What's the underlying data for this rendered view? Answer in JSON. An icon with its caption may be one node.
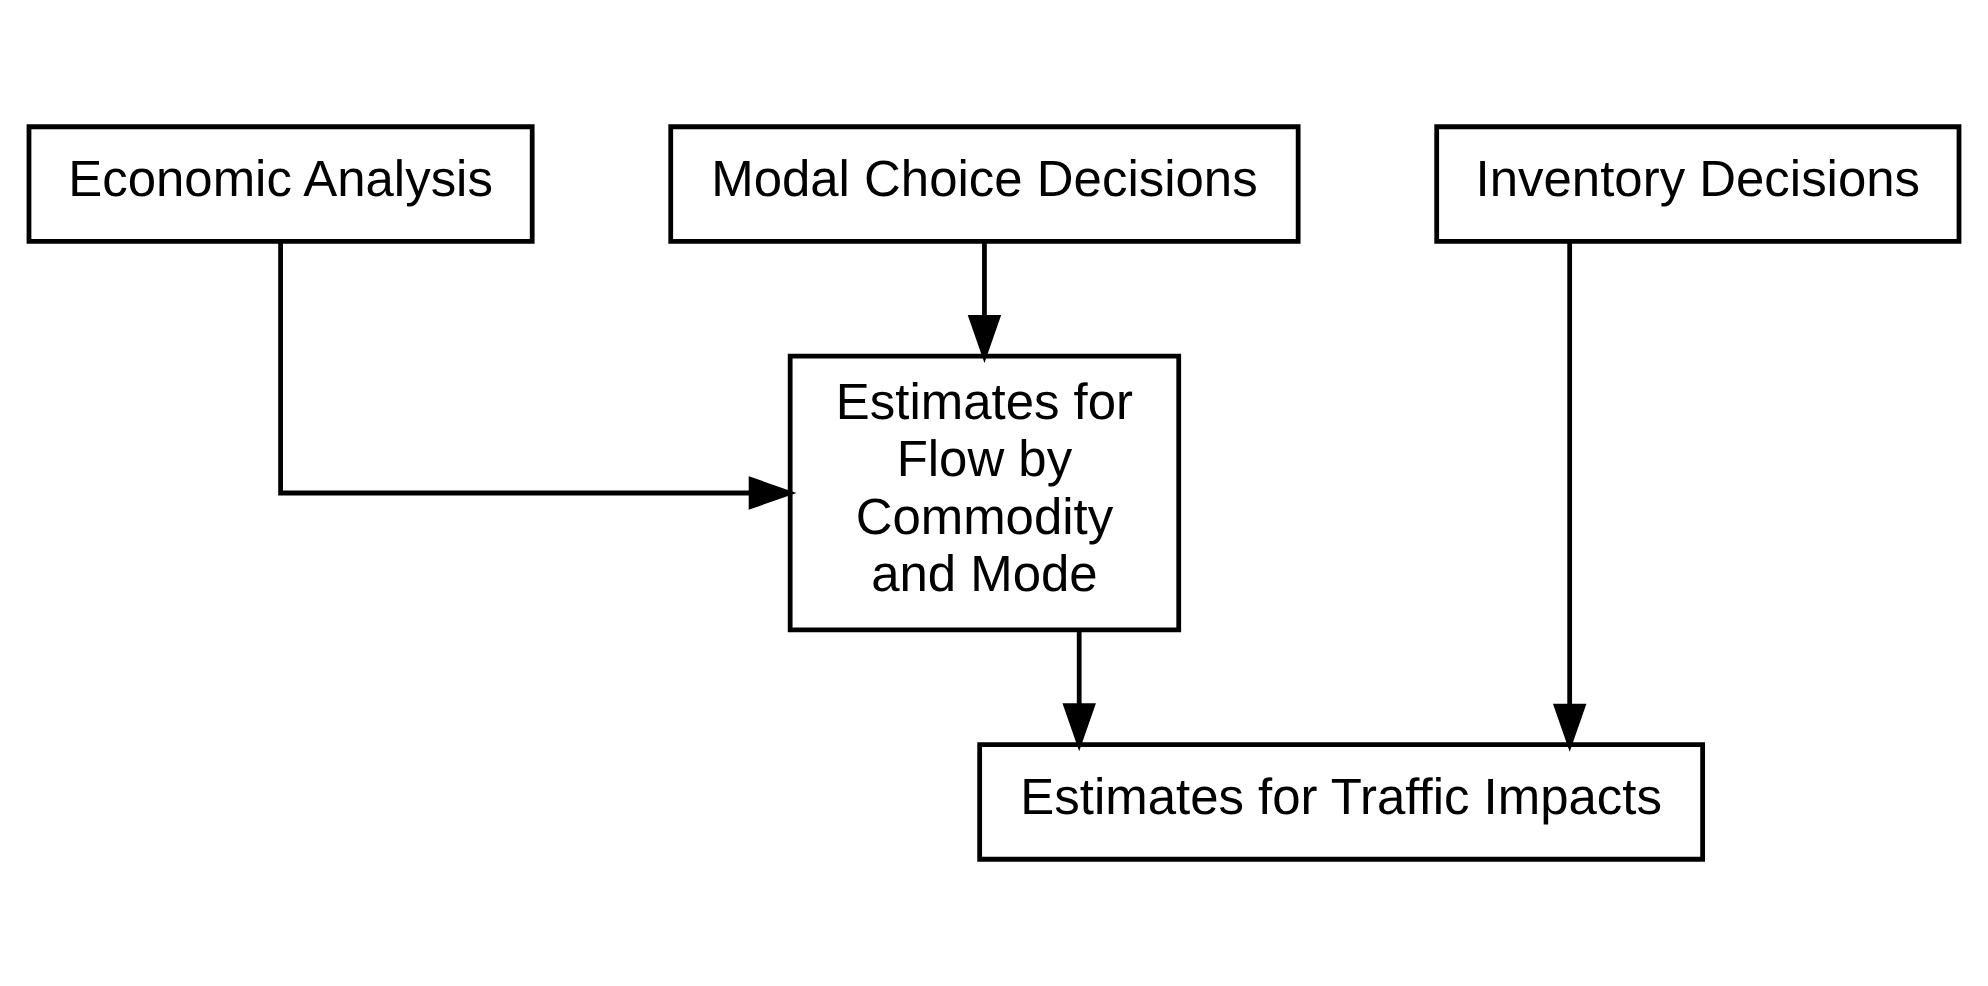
{
  "diagram": {
    "nodes": [
      {
        "text": [
          "Economic Analysis"
        ]
      },
      {
        "text": [
          "Modal Choice Decisions"
        ]
      },
      {
        "text": [
          "Inventory Decisions"
        ]
      },
      {
        "text": [
          "Estimates for Flow by Commodity and Mode"
        ]
      },
      {
        "text": [
          "Estimates for Traffic Impacts"
        ]
      }
    ],
    "edges": [
      {
        "from": 0,
        "to": 3,
        "arrow": "to"
      },
      {
        "from": 1,
        "to": 3,
        "arrow": "to"
      },
      {
        "from": 3,
        "to": 4,
        "arrow": "to"
      },
      {
        "from": 2,
        "to": 4,
        "arrow": "to"
      }
    ]
  }
}
